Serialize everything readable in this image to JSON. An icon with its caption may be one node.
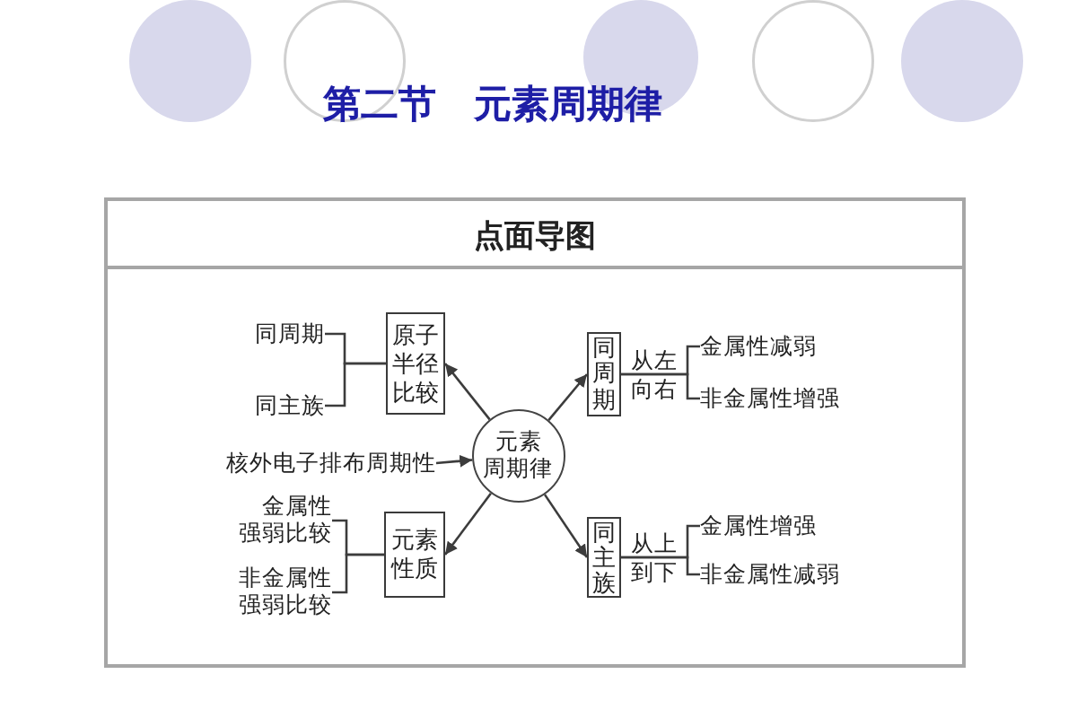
{
  "diagram": {
    "title": "第二节　元素周期律",
    "nodes": [
      {
        "text": [
          "点面导图"
        ]
      },
      {
        "text": [
          "同周期"
        ],
        "in": 0
      },
      {
        "text": [
          "同主族"
        ],
        "in": 0
      },
      {
        "text": [
          "原子半径比较"
        ],
        "in": 0
      },
      {
        "text": [
          "同周期"
        ],
        "in": 0
      },
      {
        "text": [
          "金属性减弱"
        ],
        "in": 0
      },
      {
        "text": [
          "非金属性增强"
        ],
        "in": 0
      },
      {
        "text": [
          "核外电子排布周期性"
        ],
        "in": 0
      },
      {
        "text": [
          "元素周期律"
        ],
        "in": 0
      },
      {
        "text": [
          "金属性强弱比较"
        ],
        "in": 0
      },
      {
        "text": [
          "非金属性强弱比较"
        ],
        "in": 0
      },
      {
        "text": [
          "元素性质"
        ],
        "in": 0
      },
      {
        "text": [
          "同主族"
        ],
        "in": 0
      },
      {
        "text": [
          "金属性增强"
        ],
        "in": 0
      },
      {
        "text": [
          "非金属性减弱"
        ],
        "in": 0
      }
    ],
    "edges": [
      {
        "from": 1,
        "to": 3,
        "arrow": "none"
      },
      {
        "from": 2,
        "to": 3,
        "arrow": "none"
      },
      {
        "from": 8,
        "to": 3,
        "arrow": "to"
      },
      {
        "from": 4,
        "to": 5,
        "arrow": "none",
        "label": "从左向右"
      },
      {
        "from": 4,
        "to": 6,
        "arrow": "none"
      },
      {
        "from": 8,
        "to": 4,
        "arrow": "to"
      },
      {
        "from": 7,
        "to": 8,
        "arrow": "to"
      },
      {
        "from": 8,
        "to": 11,
        "arrow": "to"
      },
      {
        "from": 9,
        "to": 11,
        "arrow": "none"
      },
      {
        "from": 10,
        "to": 11,
        "arrow": "none"
      },
      {
        "from": 8,
        "to": 12,
        "arrow": "to"
      },
      {
        "from": 12,
        "to": 13,
        "arrow": "none",
        "label": "从上到下"
      },
      {
        "from": 12,
        "to": 14,
        "arrow": "none"
      }
    ]
  }
}
